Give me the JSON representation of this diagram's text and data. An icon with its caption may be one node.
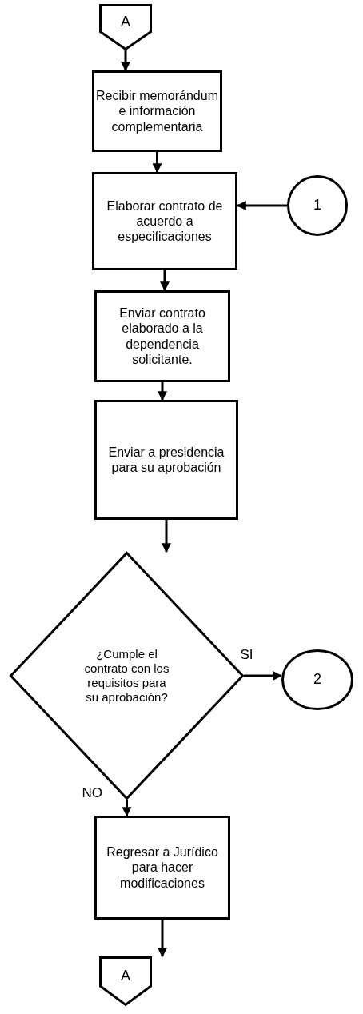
{
  "diagram": {
    "nodes": [
      {
        "text": [
          "A"
        ]
      },
      {
        "text": [
          "Recibir memorándum e información complementaria"
        ]
      },
      {
        "text": [
          "Elaborar contrato de acuerdo a especificaciones"
        ]
      },
      {
        "text": [
          "1"
        ]
      },
      {
        "text": [
          "Enviar contrato elaborado a la dependencia solicitante."
        ]
      },
      {
        "text": [
          "Enviar a presidencia para su aprobación"
        ]
      },
      {
        "text": [
          "¿Cumple el contrato con los requisitos para su aprobación?"
        ]
      },
      {
        "text": [
          "2"
        ]
      },
      {
        "text": [
          "Regresar a Jurídico para hacer modificaciones"
        ]
      },
      {
        "text": [
          "A"
        ]
      }
    ],
    "edges": [
      {
        "from": 0,
        "to": 1,
        "arrow": "to"
      },
      {
        "from": 1,
        "to": 2,
        "arrow": "to"
      },
      {
        "from": 3,
        "to": 2,
        "arrow": "to"
      },
      {
        "from": 2,
        "to": 4,
        "arrow": "to"
      },
      {
        "from": 4,
        "to": 5,
        "arrow": "to"
      },
      {
        "from": 5,
        "to": 6,
        "arrow": "to"
      },
      {
        "from": 6,
        "to": 7,
        "arrow": "to",
        "label": "SI"
      },
      {
        "from": 6,
        "to": 8,
        "arrow": "to",
        "label": "NO"
      },
      {
        "from": 8,
        "to": 9,
        "arrow": "to"
      }
    ]
  }
}
